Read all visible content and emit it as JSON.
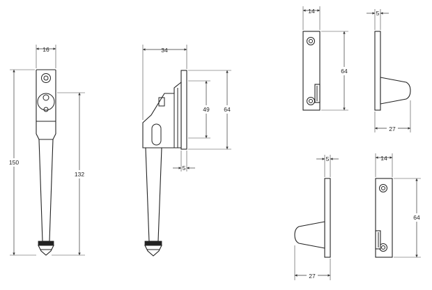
{
  "drawing": {
    "views": [
      {
        "name": "stay-front-view",
        "dimensions": {
          "head_width": "16",
          "overall_height": "150",
          "arm_length": "132"
        }
      },
      {
        "name": "stay-side-view",
        "dimensions": {
          "projection": "34",
          "slot_height": "49",
          "plate_height": "64",
          "plate_thickness": "5"
        }
      },
      {
        "name": "keep-top-front-view",
        "dimensions": {
          "width": "14",
          "height": "64"
        }
      },
      {
        "name": "keep-top-side-view",
        "dimensions": {
          "thickness": "5",
          "projection": "27"
        }
      },
      {
        "name": "keep-bottom-side-view",
        "dimensions": {
          "thickness": "5",
          "projection": "27"
        }
      },
      {
        "name": "keep-bottom-front-view",
        "dimensions": {
          "width": "14",
          "height": "64"
        }
      }
    ],
    "colors": {
      "line": "#222222",
      "background": "#ffffff"
    }
  }
}
